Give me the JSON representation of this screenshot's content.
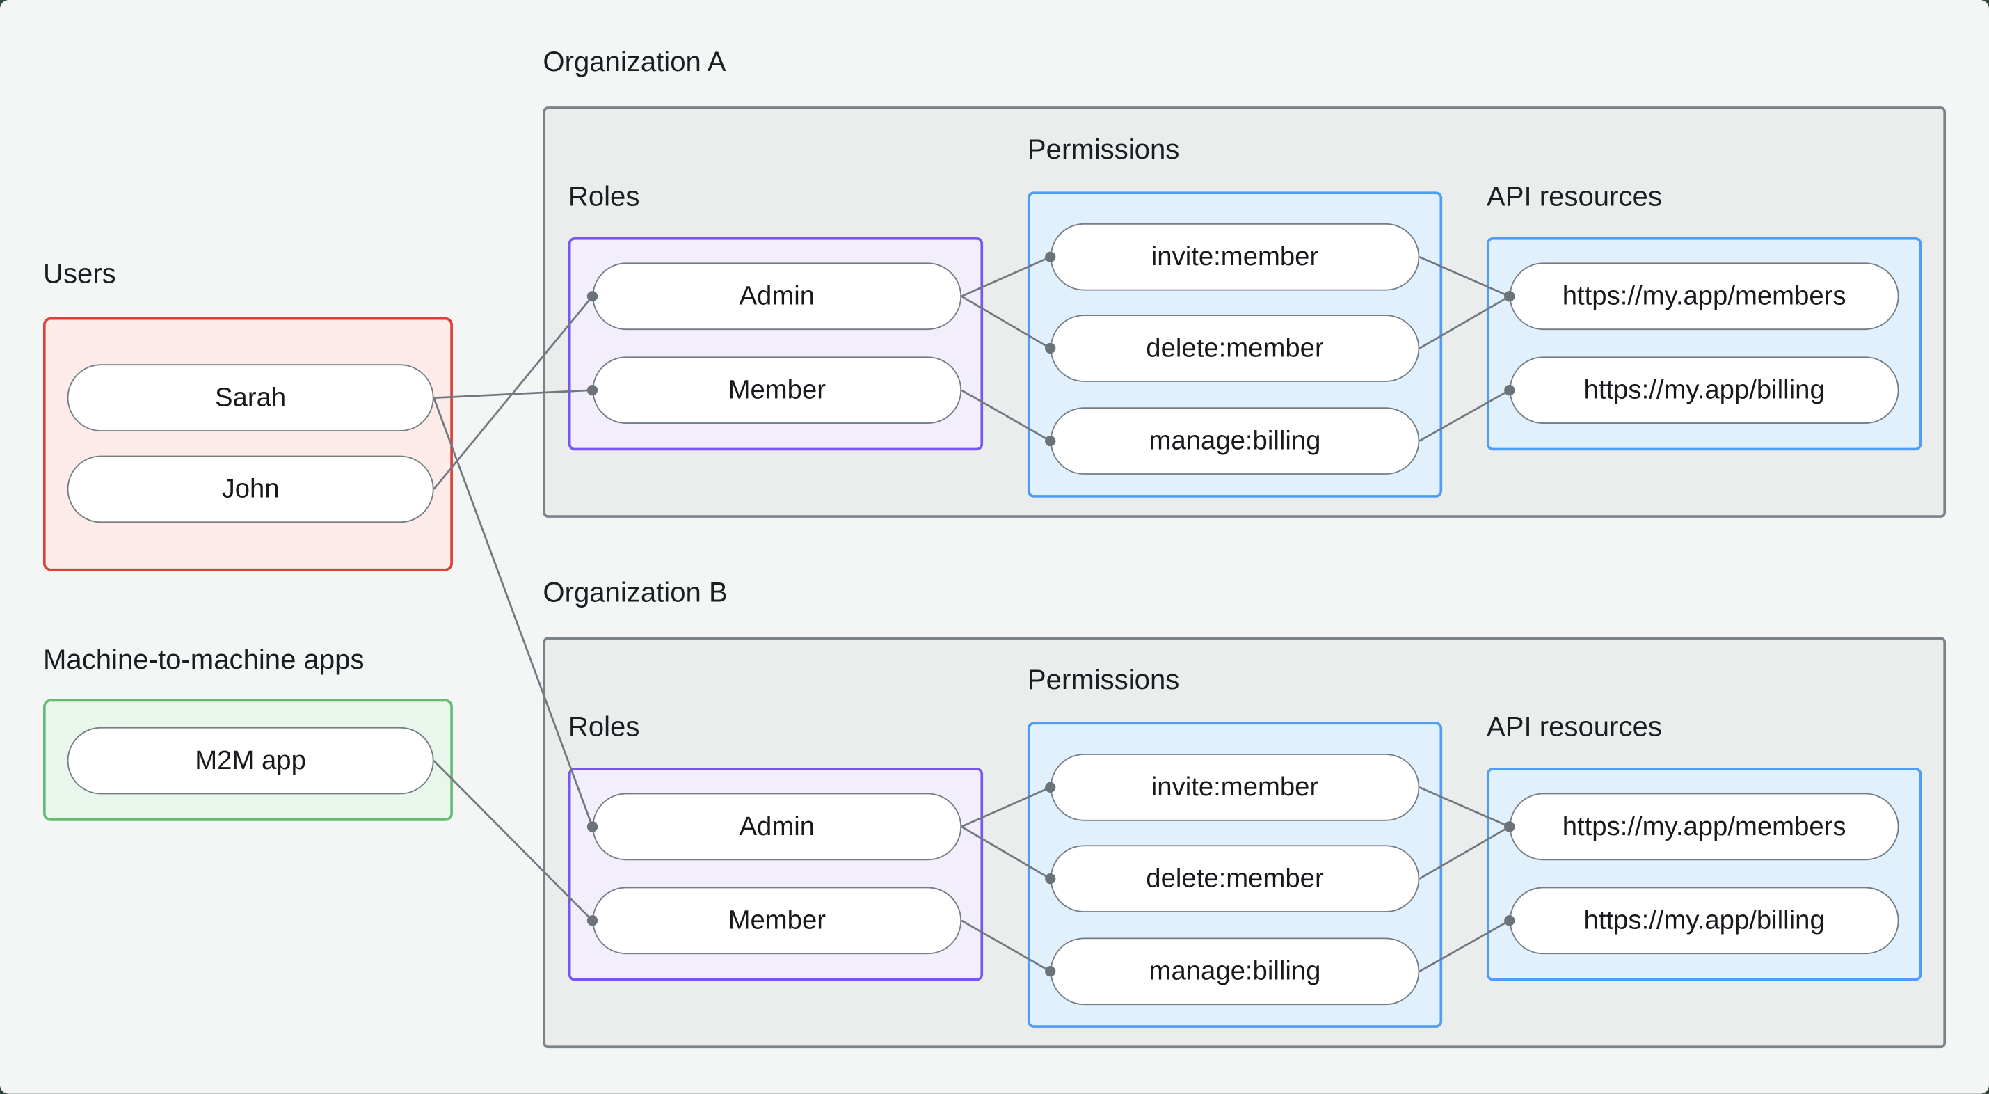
{
  "canvas": {
    "background_color": "#f4f6f5",
    "outer_corner_color": "#2e4a3c",
    "line_color": "#71787f",
    "dot_color": "#6b727a"
  },
  "groups": {
    "users": {
      "label": "Users",
      "items": [
        "Sarah",
        "John"
      ],
      "border_color": "#dc4036",
      "fill_color": "#fcebe9"
    },
    "m2m": {
      "label": "Machine-to-machine apps",
      "items": [
        "M2M app"
      ],
      "border_color": "#65bc70",
      "fill_color": "#e9f6eb"
    }
  },
  "organizations": [
    {
      "title": "Organization A",
      "roles": {
        "label": "Roles",
        "items": [
          "Admin",
          "Member"
        ],
        "border_color": "#7a55f2",
        "fill_color": "#f3eefc"
      },
      "permissions": {
        "label": "Permissions",
        "items": [
          "invite:member",
          "delete:member",
          "manage:billing"
        ],
        "border_color": "#4f9df3",
        "fill_color": "#e1f0fd"
      },
      "api_resources": {
        "label": "API resources",
        "items": [
          "https://my.app/members",
          "https://my.app/billing"
        ],
        "border_color": "#4f9df3",
        "fill_color": "#e1f0fd"
      }
    },
    {
      "title": "Organization B",
      "roles": {
        "label": "Roles",
        "items": [
          "Admin",
          "Member"
        ],
        "border_color": "#7a55f2",
        "fill_color": "#f3eefc"
      },
      "permissions": {
        "label": "Permissions",
        "items": [
          "invite:member",
          "delete:member",
          "manage:billing"
        ],
        "border_color": "#4f9df3",
        "fill_color": "#e1f0fd"
      },
      "api_resources": {
        "label": "API resources",
        "items": [
          "https://my.app/members",
          "https://my.app/billing"
        ],
        "border_color": "#4f9df3",
        "fill_color": "#e1f0fd"
      }
    }
  ],
  "edges": [
    {
      "from": "john",
      "to": "a-admin"
    },
    {
      "from": "sarah",
      "to": "a-member"
    },
    {
      "from": "sarah",
      "to": "b-admin"
    },
    {
      "from": "m2m",
      "to": "b-member"
    },
    {
      "from": "a-admin",
      "to": "a-invite"
    },
    {
      "from": "a-admin",
      "to": "a-delete"
    },
    {
      "from": "a-member",
      "to": "a-manage"
    },
    {
      "from": "a-invite",
      "to": "a-members"
    },
    {
      "from": "a-delete",
      "to": "a-members"
    },
    {
      "from": "a-manage",
      "to": "a-billing"
    },
    {
      "from": "b-admin",
      "to": "b-invite"
    },
    {
      "from": "b-admin",
      "to": "b-delete"
    },
    {
      "from": "b-member",
      "to": "b-manage"
    },
    {
      "from": "b-invite",
      "to": "b-members"
    },
    {
      "from": "b-delete",
      "to": "b-members"
    },
    {
      "from": "b-manage",
      "to": "b-billing"
    }
  ]
}
